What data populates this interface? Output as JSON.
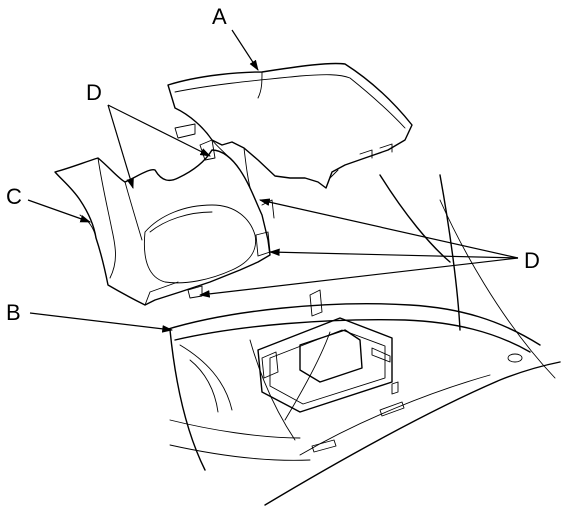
{
  "callouts": {
    "a": "A",
    "b": "B",
    "c": "C",
    "d_upper": "D",
    "d_right": "D"
  }
}
